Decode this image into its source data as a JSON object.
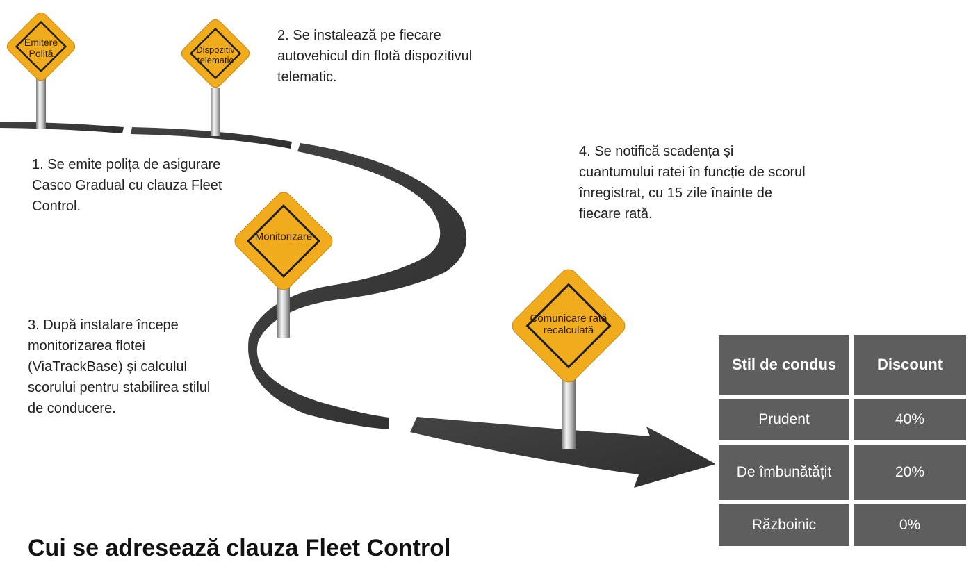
{
  "signs": {
    "emitere": "Emitere Poliță",
    "dispozitiv": "Dispozitiv telematic",
    "monitorizare": "Monitorizare",
    "comunicare": "Comunicare rată recalculată"
  },
  "steps": {
    "step1": "1. Se emite polița de asigurare Casco Gradual cu clauza Fleet Control.",
    "step2": "2. Se instalează pe fiecare autovehicul din flotă dispozitivul telematic.",
    "step3": "3. După instalare începe monitorizarea flotei (ViaTrackBase) și calculul scorului pentru stabilirea stilul de conducere.",
    "step4": "4. Se notifică scadența și cuantumului ratei în funcție de scorul înregistrat, cu 15 zile înainte de fiecare rată."
  },
  "table": {
    "header_style": "Stil de condus",
    "header_discount": "Discount",
    "rows": [
      {
        "style": "Prudent",
        "discount": "40%"
      },
      {
        "style": "De îmbunătățit",
        "discount": "20%"
      },
      {
        "style": "Războinic",
        "discount": "0%"
      }
    ]
  },
  "title": "Cui se adresează clauza Fleet Control",
  "colors": {
    "road": "#3a3a3a",
    "sign_fill": "#f0ac1c",
    "sign_border": "#1d1d1d",
    "table_cell": "#5e5e5e"
  }
}
